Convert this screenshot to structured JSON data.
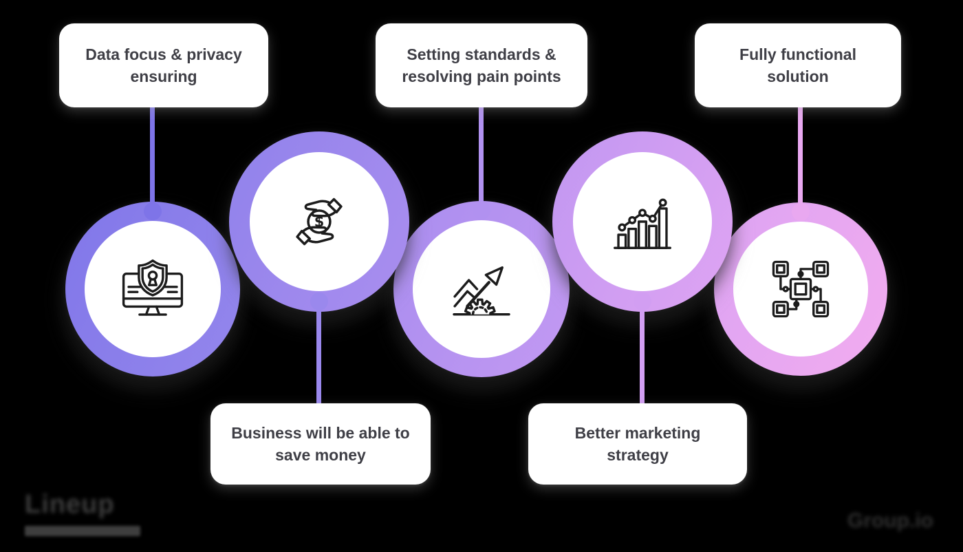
{
  "background": "#000000",
  "callouts": {
    "top": [
      {
        "label": "Data focus & privacy ensuring"
      },
      {
        "label": "Setting standards & resolving pain points"
      },
      {
        "label": "Fully functional solution"
      }
    ],
    "bottom": [
      {
        "label": "Business will be able to save money"
      },
      {
        "label": "Better marketing strategy"
      }
    ]
  },
  "chain": {
    "nodes": [
      {
        "icon": "monitor-shield-lock-icon",
        "ring_from": "#8177E9",
        "ring_to": "#9486EC",
        "accent": "#7E74E8"
      },
      {
        "icon": "hands-holding-dollar-icon",
        "ring_from": "#9082EB",
        "ring_to": "#AA8EEF",
        "accent": "#9A88ED"
      },
      {
        "icon": "growth-arrow-gear-icon",
        "ring_from": "#A98DEF",
        "ring_to": "#C399F2",
        "accent": "#B191F0"
      },
      {
        "icon": "bar-line-chart-icon",
        "ring_from": "#C197F1",
        "ring_to": "#DFA4F3",
        "accent": "#D29EF2"
      },
      {
        "icon": "chip-network-icon",
        "ring_from": "#DCA3F3",
        "ring_to": "#F2ACEF",
        "accent": "#E9A8F0"
      }
    ]
  },
  "coin_symbol": "$",
  "watermarks": {
    "left": "Lineup",
    "right": "Group.io"
  },
  "style": {
    "box_bg": "#FFFFFF",
    "box_text": "#3F3F46",
    "icon_stroke": "#1C1C1C",
    "canvas_bg": "#000000"
  }
}
